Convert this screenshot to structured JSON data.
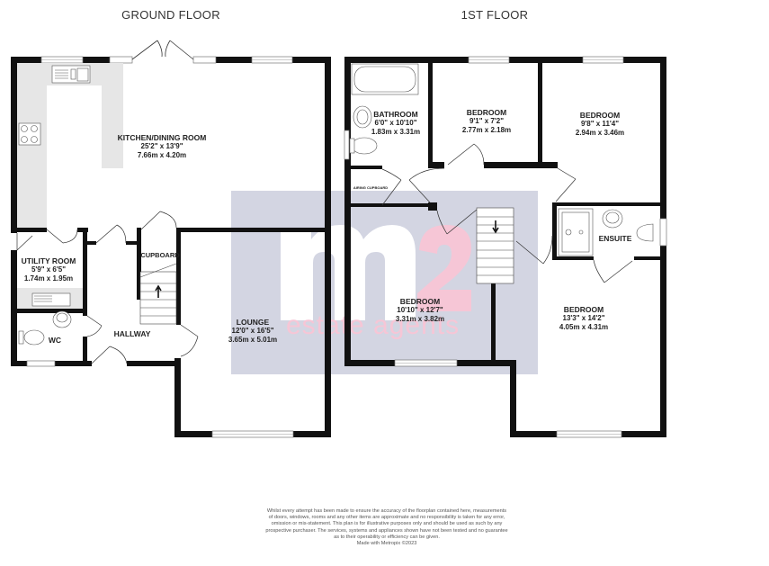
{
  "floors": [
    {
      "title": "GROUND FLOOR",
      "rooms": [
        {
          "name": "KITCHEN/DINING ROOM",
          "imperial": "25'2\" x 13'9\"",
          "metric": "7.66m x 4.20m"
        },
        {
          "name": "UTILITY ROOM",
          "imperial": "5'9\" x 6'5\"",
          "metric": "1.74m x 1.95m"
        },
        {
          "name": "WC"
        },
        {
          "name": "HALLWAY"
        },
        {
          "name": "CUPBOARD"
        },
        {
          "name": "LOUNGE",
          "imperial": "12'0\" x 16'5\"",
          "metric": "3.65m x 5.01m"
        }
      ]
    },
    {
      "title": "1ST FLOOR",
      "rooms": [
        {
          "name": "BATHROOM",
          "imperial": "6'0\" x 10'10\"",
          "metric": "1.83m x 3.31m"
        },
        {
          "name": "BEDROOM",
          "imperial": "9'1\" x 7'2\"",
          "metric": "2.77m x 2.18m"
        },
        {
          "name": "BEDROOM",
          "imperial": "9'8\" x 11'4\"",
          "metric": "2.94m x 3.46m"
        },
        {
          "name": "AIRING CUPBOARD"
        },
        {
          "name": "ENSUITE"
        },
        {
          "name": "BEDROOM",
          "imperial": "10'10\" x 12'7\"",
          "metric": "3.31m x 3.82m"
        },
        {
          "name": "BEDROOM",
          "imperial": "13'3\" x 14'2\"",
          "metric": "4.05m x 4.31m"
        }
      ]
    }
  ],
  "watermark": {
    "brand": "m2",
    "tagline": "estate agents",
    "box_color": "#cfd2e0",
    "accent_color": "#f6c6d6"
  },
  "disclaimer": {
    "lines": [
      "Whilst every attempt has been made to ensure the accuracy of the floorplan contained here, measurements",
      "of doors, windows, rooms and any other items are approximate and no responsibility is taken for any error,",
      "omission or mis-statement. This plan is for illustrative purposes only and should be used as such by any",
      "prospective purchaser. The services, systems and appliances shown have not been tested and no guarantee",
      "as to their operability or efficiency can be given."
    ],
    "credit": "Made with Metropix ©2023"
  }
}
